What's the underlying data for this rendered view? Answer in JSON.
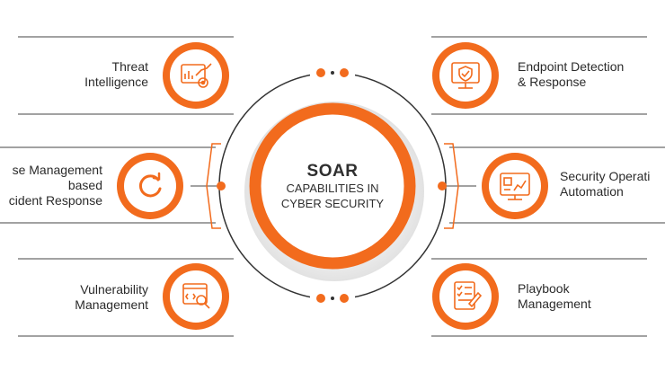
{
  "center": {
    "title": "SOAR",
    "subtitle_line1": "CAPABILITIES IN",
    "subtitle_line2": "CYBER SECURITY"
  },
  "items": [
    {
      "name": "threat-intelligence",
      "line1": "Threat",
      "line2": "Intelligence",
      "icon": "analytics-dashboard-icon"
    },
    {
      "name": "endpoint-detection",
      "line1": "Endpoint Detection",
      "line2": "& Response",
      "icon": "monitor-shield-icon"
    },
    {
      "name": "case-management",
      "line1": "se Management",
      "line2": "based",
      "line3": "cident Response",
      "icon": "refresh-icon"
    },
    {
      "name": "security-operations",
      "line1": "Security Operati",
      "line2": "Automation",
      "icon": "automation-screen-icon"
    },
    {
      "name": "vulnerability-management",
      "line1": "Vulnerability",
      "line2": "Management",
      "icon": "code-search-icon"
    },
    {
      "name": "playbook-management",
      "line1": "Playbook",
      "line2": "Management",
      "icon": "checklist-icon"
    }
  ],
  "colors": {
    "accent": "#f26b1d",
    "ring_dark": "#333333",
    "line": "#444444",
    "text": "#2b2b2b"
  }
}
